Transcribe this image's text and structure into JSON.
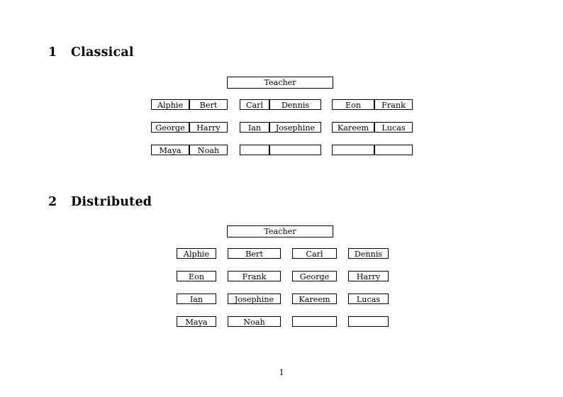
{
  "document": {
    "page_number": "1",
    "sections": [
      {
        "number": "1",
        "title": "Classical",
        "teacher_label": "Teacher",
        "groups": [
          {
            "rows": [
              [
                "Alphie",
                "Bert"
              ],
              [
                "George",
                "Harry"
              ],
              [
                "Maya",
                "Noah"
              ]
            ]
          },
          {
            "rows": [
              [
                "Carl",
                "Dennis"
              ],
              [
                "Ian",
                "Josephine"
              ],
              [
                "",
                ""
              ]
            ]
          },
          {
            "rows": [
              [
                "Eon",
                "Frank"
              ],
              [
                "Kareem",
                "Lucas"
              ],
              [
                "",
                ""
              ]
            ]
          }
        ]
      },
      {
        "number": "2",
        "title": "Distributed",
        "teacher_label": "Teacher",
        "rows": [
          [
            "Alphie",
            "Bert",
            "Carl",
            "Dennis"
          ],
          [
            "Eon",
            "Frank",
            "George",
            "Harry"
          ],
          [
            "Ian",
            "Josephine",
            "Kareem",
            "Lucas"
          ],
          [
            "Maya",
            "Noah",
            "",
            ""
          ]
        ]
      }
    ]
  }
}
